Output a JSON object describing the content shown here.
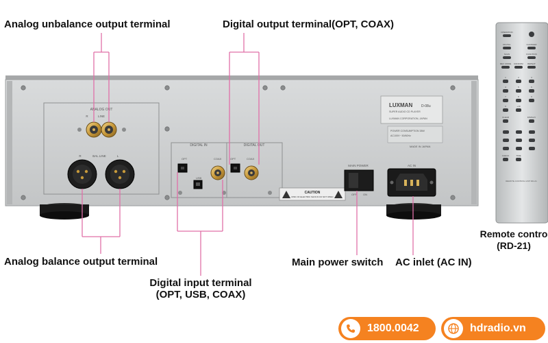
{
  "callouts": {
    "analog_unbalance": "Analog unbalance output terminal",
    "digital_output": "Digital output terminal(OPT, COAX)",
    "analog_balance": "Analog balance output terminal",
    "digital_input_line1": "Digital input terminal",
    "digital_input_line2": "(OPT, USB, COAX)",
    "main_power_switch": "Main power switch",
    "ac_inlet": "AC inlet (AC IN)",
    "remote_line1": "Remote contro",
    "remote_line2": "(RD-21)"
  },
  "panel": {
    "analog_out_label": "ANALOG OUT",
    "r_label": "R",
    "l_label": "LINE",
    "bal_r": "R",
    "bal_label": "BAL LINE",
    "bal_l": "L",
    "digital_in_label": "DIGITAL IN",
    "digital_out_label": "DIGITAL OUT",
    "opt_in": "OPT",
    "usb": "USB",
    "coax_in": "COAX",
    "opt_out": "OPT",
    "coax_out": "COAX",
    "brand": "LUXMAN",
    "model": "D-08u",
    "subtitle": "SUPER AUDIO CD PLAYER",
    "corp": "LUXMAN CORPORATION, JAPAN",
    "power_consumption": "POWER CONSUMPTION  38W",
    "ac_spec": "AC100V~ 50/60Hz",
    "made_in": "MADE IN JAPAN",
    "caution": "CAUTION",
    "caution_sub": "RISK OF ELECTRIC SHOCK DO NOT OPEN",
    "main_power_label": "MAIN POWER",
    "off": "OFF",
    "on": "ON",
    "ac_in_label": "AC IN"
  },
  "remote": {
    "top_labels": [
      "OPERATION",
      "DIGITAL",
      "CHANGER",
      "SCAN",
      "FUNCTION",
      "REV. MODE",
      "RANDOM",
      "REPEAT",
      "CLEAR",
      "DISPLAY",
      "CHECK",
      "TIME"
    ],
    "numbers": [
      "1",
      "2",
      "3",
      "4",
      "5",
      "6",
      "7",
      "8",
      "9",
      "0",
      "+10"
    ],
    "bottom_text": "REMOTE CONTROL UNIT  RD-21"
  },
  "footer": {
    "phone": "1800.0042",
    "website": "hdradio.vn"
  },
  "colors": {
    "accent_line": "#e06fa8",
    "badge": "#f58220"
  }
}
